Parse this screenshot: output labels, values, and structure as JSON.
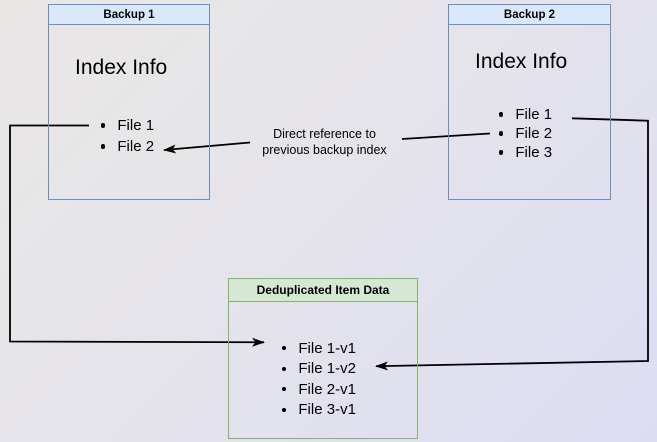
{
  "backup1": {
    "title": "Backup 1",
    "index_label": "Index Info",
    "files": [
      "File 1",
      "File 2"
    ]
  },
  "backup2": {
    "title": "Backup 2",
    "index_label": "Index Info",
    "files": [
      "File 1",
      "File 2",
      "File 3"
    ]
  },
  "dedup": {
    "title": "Deduplicated Item Data",
    "files": [
      "File 1-v1",
      "File 1-v2",
      "File 2-v1",
      "File 3-v1"
    ]
  },
  "edge_label": {
    "line1": "Direct reference to",
    "line2": "previous backup index"
  },
  "colors": {
    "blue_fill": "#dae8fc",
    "blue_border": "#6c8ebf",
    "green_fill": "#d5e8d4",
    "green_border": "#82b366",
    "edge": "#000000"
  }
}
